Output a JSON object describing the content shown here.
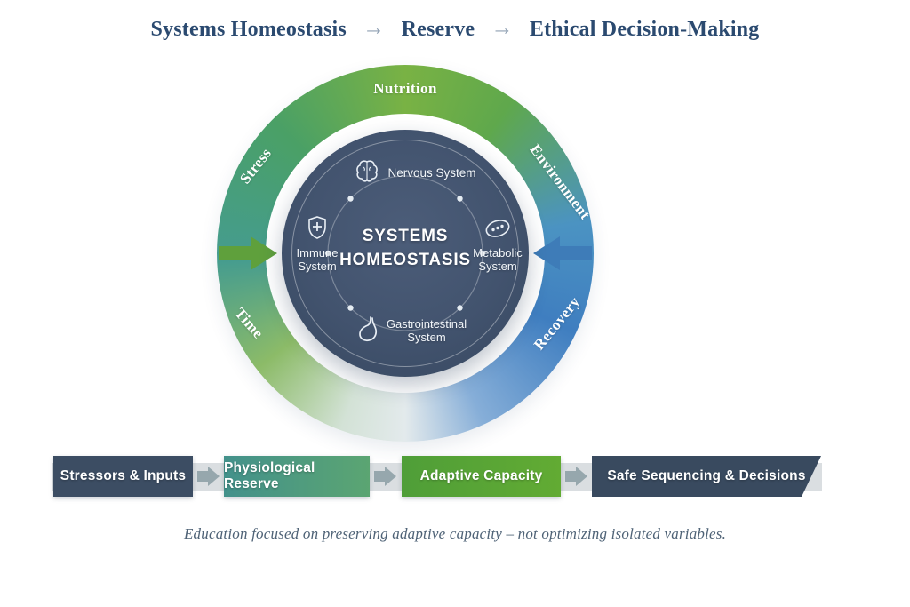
{
  "title": {
    "part_a": "Systems Homeostasis",
    "part_b": "Reserve",
    "part_c": "Ethical Decision-Making",
    "arrow_glyph": "→"
  },
  "ring": {
    "top_label": "Nutrition",
    "upper_left_label": "Stress",
    "upper_right_label": "Environment",
    "lower_left_label": "Time",
    "lower_right_label": "Recovery"
  },
  "core": {
    "title_line1": "SYSTEMS",
    "title_line2": "HOMEOSTASIS",
    "nervous_label": "Nervous System",
    "metabolic_line1": "Metabolic",
    "metabolic_line2": "System",
    "immune_line1": "Immune",
    "immune_line2": "System",
    "gastro_line1": "Gastrointestinal",
    "gastro_line2": "System"
  },
  "flow": {
    "steps": [
      {
        "label": "Stressors & Inputs"
      },
      {
        "label": "Physiological Reserve"
      },
      {
        "label": "Adaptive Capacity"
      },
      {
        "label": "Safe Sequencing & Decisions"
      }
    ]
  },
  "caption": "Education focused on preserving adaptive capacity – not optimizing isolated variables.",
  "colors": {
    "title_navy": "#2b4a70",
    "ring_green": "#79b244",
    "ring_blue": "#3f7ec0",
    "ring_teal": "#459c8f",
    "core_navy": "#3f5069",
    "inflow_arrow_green": "#5fa03c",
    "inflow_arrow_blue": "#3e7cb8",
    "step_dark": "#3c4d63",
    "step_teal": "#47948c",
    "step_green": "#57a436",
    "flow_arrow_gray": "#96a7ad"
  }
}
